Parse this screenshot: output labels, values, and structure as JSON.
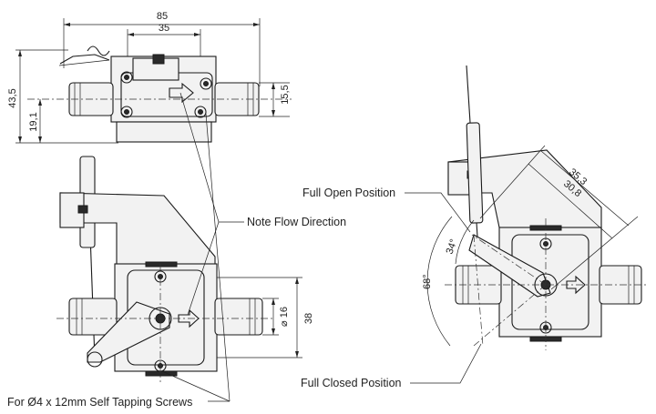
{
  "dimensions": {
    "top_width": "85",
    "top_inner": "35",
    "top_height": "43,5",
    "top_center": "19,1",
    "top_right": "15,5",
    "front_dia": "⌀ 16",
    "front_height": "38",
    "side_dim1": "35,3",
    "side_dim2": "30,8",
    "angle_small": "34°",
    "angle_large": "68°"
  },
  "callouts": {
    "full_open": "Full Open Position",
    "note_flow": "Note Flow Direction",
    "full_closed": "Full Closed Position",
    "screws": "For Ø4 x 12mm Self Tapping Screws"
  }
}
